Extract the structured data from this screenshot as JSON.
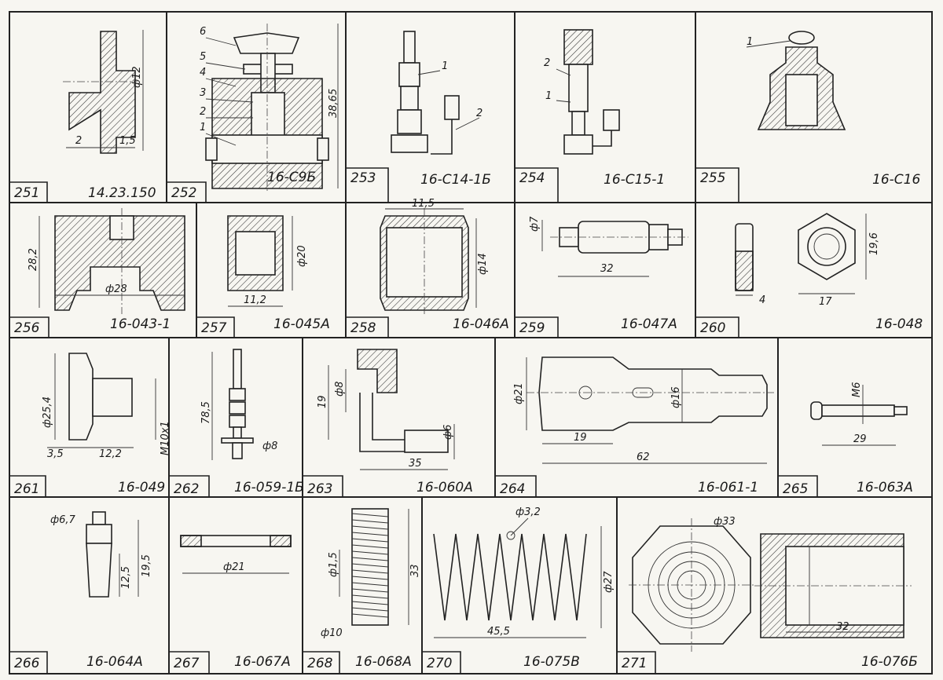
{
  "sheet": {
    "cells": [
      {
        "id": "251",
        "code": "14.23.150",
        "dims": [
          "ф12",
          "2",
          "1,5"
        ]
      },
      {
        "id": "252",
        "code": "16-С9Б",
        "dims": [
          "38,65"
        ],
        "callouts": [
          "1",
          "2",
          "3",
          "4",
          "5",
          "6"
        ]
      },
      {
        "id": "253",
        "code": "16-С14-1Б",
        "callouts": [
          "1",
          "2"
        ]
      },
      {
        "id": "254",
        "code": "16-С15-1",
        "callouts": [
          "2",
          "1"
        ]
      },
      {
        "id": "255",
        "code": "16-С16",
        "callouts": [
          "1"
        ]
      },
      {
        "id": "256",
        "code": "16-043-1",
        "dims": [
          "28,2",
          "ф28"
        ]
      },
      {
        "id": "257",
        "code": "16-045А",
        "dims": [
          "ф20",
          "11,2"
        ]
      },
      {
        "id": "258",
        "code": "16-046А",
        "dims": [
          "11,5",
          "ф14"
        ]
      },
      {
        "id": "259",
        "code": "16-047А",
        "dims": [
          "ф7",
          "32"
        ]
      },
      {
        "id": "260",
        "code": "16-048",
        "dims": [
          "4",
          "17",
          "19,6"
        ]
      },
      {
        "id": "261",
        "code": "16-049",
        "dims": [
          "ф25,4",
          "3,5",
          "12,2",
          "М10х1"
        ]
      },
      {
        "id": "262",
        "code": "16-059-1Б",
        "dims": [
          "78,5",
          "ф8"
        ]
      },
      {
        "id": "263",
        "code": "16-060А",
        "dims": [
          "19",
          "ф8",
          "ф6",
          "35"
        ]
      },
      {
        "id": "264",
        "code": "16-061-1",
        "dims": [
          "ф21",
          "ф16",
          "19",
          "62"
        ]
      },
      {
        "id": "265",
        "code": "16-063А",
        "dims": [
          "М6",
          "29"
        ]
      },
      {
        "id": "266",
        "code": "16-064А",
        "dims": [
          "ф6,7",
          "12,5",
          "19,5"
        ]
      },
      {
        "id": "267",
        "code": "16-067А",
        "dims": [
          "ф21"
        ]
      },
      {
        "id": "268",
        "code": "16-068А",
        "dims": [
          "ф1,5",
          "33",
          "ф10"
        ]
      },
      {
        "id": "270",
        "code": "16-075В",
        "dims": [
          "ф3,2",
          "ф27",
          "45,5"
        ]
      },
      {
        "id": "271",
        "code": "16-076Б",
        "dims": [
          "ф33",
          "32"
        ]
      }
    ]
  }
}
